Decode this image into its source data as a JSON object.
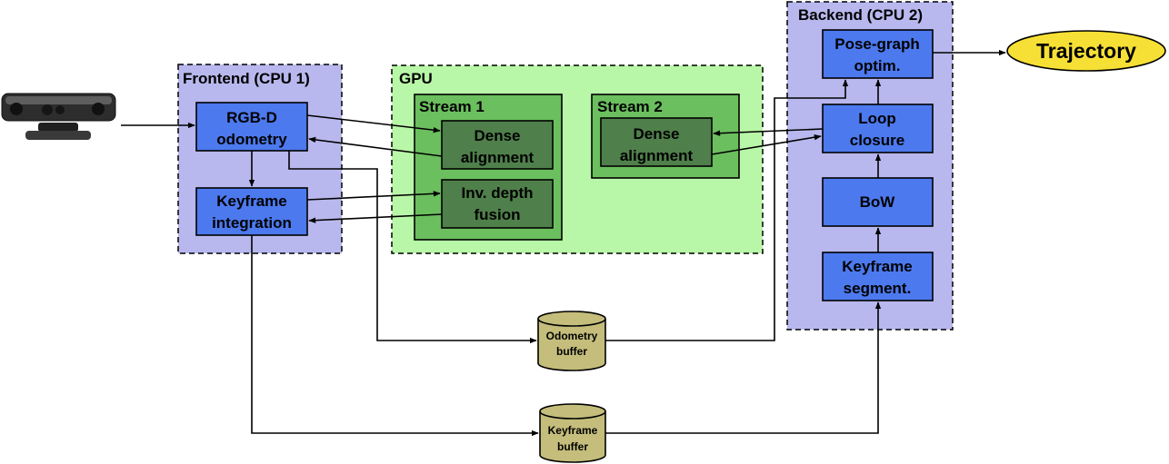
{
  "groups": {
    "frontend": "Frontend (CPU 1)",
    "gpu": "GPU",
    "backend": "Backend (CPU 2)",
    "stream1": "Stream 1",
    "stream2": "Stream 2"
  },
  "nodes": {
    "rgbd_odometry": [
      "RGB-D",
      "odometry"
    ],
    "keyframe_integration": [
      "Keyframe",
      "integration"
    ],
    "dense_alignment_1": [
      "Dense",
      "alignment"
    ],
    "inv_depth_fusion": [
      "Inv. depth",
      "fusion"
    ],
    "dense_alignment_2": [
      "Dense",
      "alignment"
    ],
    "pose_graph_optim": [
      "Pose-graph",
      "optim."
    ],
    "loop_closure": [
      "Loop",
      "closure"
    ],
    "bow": [
      "BoW"
    ],
    "keyframe_segment": [
      "Keyframe",
      "segment."
    ],
    "trajectory": "Trajectory",
    "odometry_buffer": [
      "Odometry",
      "buffer"
    ],
    "keyframe_buffer": [
      "Keyframe",
      "buffer"
    ]
  },
  "colors": {
    "cpu_region": "#b8b8ee",
    "gpu_region": "#b9f7a8",
    "stream_region": "#6bbf5e",
    "gpu_box": "#4f7f4a",
    "cpu_box": "#4c79ee",
    "buffer": "#c4bd7b",
    "trajectory": "#f7e035"
  }
}
